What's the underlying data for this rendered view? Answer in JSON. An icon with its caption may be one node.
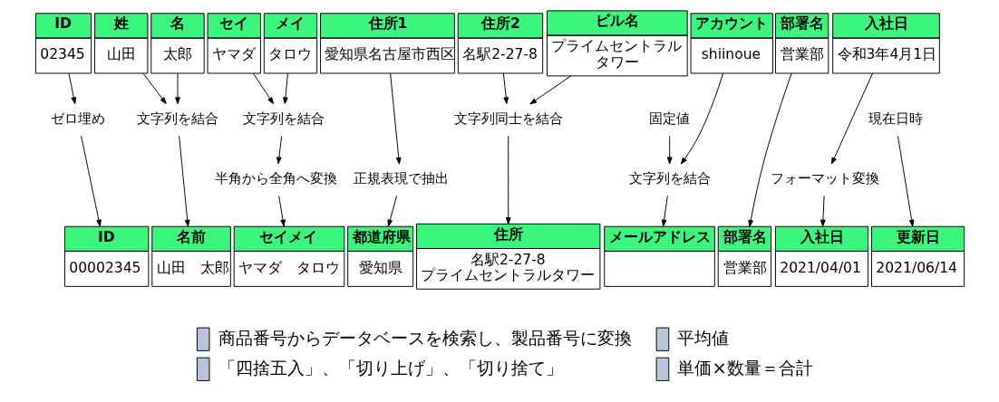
{
  "diagram": {
    "nodes": [
      {
        "text": [
          "ID",
          "02345"
        ]
      },
      {
        "text": [
          "姓",
          "山田"
        ]
      },
      {
        "text": [
          "名",
          "太郎"
        ]
      },
      {
        "text": [
          "セイ",
          "ヤマダ"
        ]
      },
      {
        "text": [
          "メイ",
          "タロウ"
        ]
      },
      {
        "text": [
          "住所1",
          "愛知県名古屋市西区"
        ]
      },
      {
        "text": [
          "住所2",
          "名駅2-27-8"
        ]
      },
      {
        "text": [
          "ビル名",
          "プライムセントラルタワー"
        ]
      },
      {
        "text": [
          "アカウント",
          "shiinoue"
        ]
      },
      {
        "text": [
          "部署名",
          "営業部"
        ]
      },
      {
        "text": [
          "入社日",
          "令和3年4月1日"
        ]
      },
      {
        "text": [
          "ゼロ埋め"
        ]
      },
      {
        "text": [
          "文字列を結合"
        ]
      },
      {
        "text": [
          "文字列を結合"
        ]
      },
      {
        "text": [
          "半角から全角へ変換"
        ]
      },
      {
        "text": [
          "正規表現で抽出"
        ]
      },
      {
        "text": [
          "文字列同士を結合"
        ]
      },
      {
        "text": [
          "固定値"
        ]
      },
      {
        "text": [
          "文字列を結合"
        ]
      },
      {
        "text": [
          "フォーマット変換"
        ]
      },
      {
        "text": [
          "現在日時"
        ]
      },
      {
        "text": [
          "ID",
          "00002345"
        ]
      },
      {
        "text": [
          "名前",
          "山田　太郎"
        ]
      },
      {
        "text": [
          "セイメイ",
          "ヤマダ　タロウ"
        ]
      },
      {
        "text": [
          "都道府県",
          "愛知県"
        ]
      },
      {
        "text": [
          "住所",
          "名駅2-27-8 プライムセントラルタワー"
        ]
      },
      {
        "text": [
          "メールアドレス"
        ]
      },
      {
        "text": [
          "部署名",
          "営業部"
        ]
      },
      {
        "text": [
          "入社日",
          "2021/04/01"
        ]
      },
      {
        "text": [
          "更新日",
          "2021/06/14"
        ]
      }
    ],
    "edges": [
      {
        "from": 0,
        "to": 11,
        "arrow": "to"
      },
      {
        "from": 11,
        "to": 21,
        "arrow": "to"
      },
      {
        "from": 1,
        "to": 12,
        "arrow": "to"
      },
      {
        "from": 2,
        "to": 12,
        "arrow": "to"
      },
      {
        "from": 12,
        "to": 22,
        "arrow": "to"
      },
      {
        "from": 3,
        "to": 13,
        "arrow": "to"
      },
      {
        "from": 4,
        "to": 13,
        "arrow": "to"
      },
      {
        "from": 13,
        "to": 14,
        "arrow": "to"
      },
      {
        "from": 14,
        "to": 23,
        "arrow": "to"
      },
      {
        "from": 5,
        "to": 15,
        "arrow": "to"
      },
      {
        "from": 15,
        "to": 24,
        "arrow": "to"
      },
      {
        "from": 6,
        "to": 16,
        "arrow": "to"
      },
      {
        "from": 7,
        "to": 16,
        "arrow": "to"
      },
      {
        "from": 16,
        "to": 25,
        "arrow": "to"
      },
      {
        "from": 17,
        "to": 18,
        "arrow": "to"
      },
      {
        "from": 8,
        "to": 18,
        "arrow": "to"
      },
      {
        "from": 18,
        "to": 26,
        "arrow": "to"
      },
      {
        "from": 9,
        "to": 27,
        "arrow": "to"
      },
      {
        "from": 10,
        "to": 19,
        "arrow": "to"
      },
      {
        "from": 19,
        "to": 28,
        "arrow": "to"
      },
      {
        "from": 20,
        "to": 29,
        "arrow": "to"
      }
    ],
    "legend": [
      {
        "text": "商品番号からデータベースを検索し、製品番号に変換"
      },
      {
        "text": "平均値"
      },
      {
        "text": "「四捨五入」、「切り上げ」、「切り捨て」"
      },
      {
        "text": "単価×数量＝合計"
      }
    ]
  }
}
